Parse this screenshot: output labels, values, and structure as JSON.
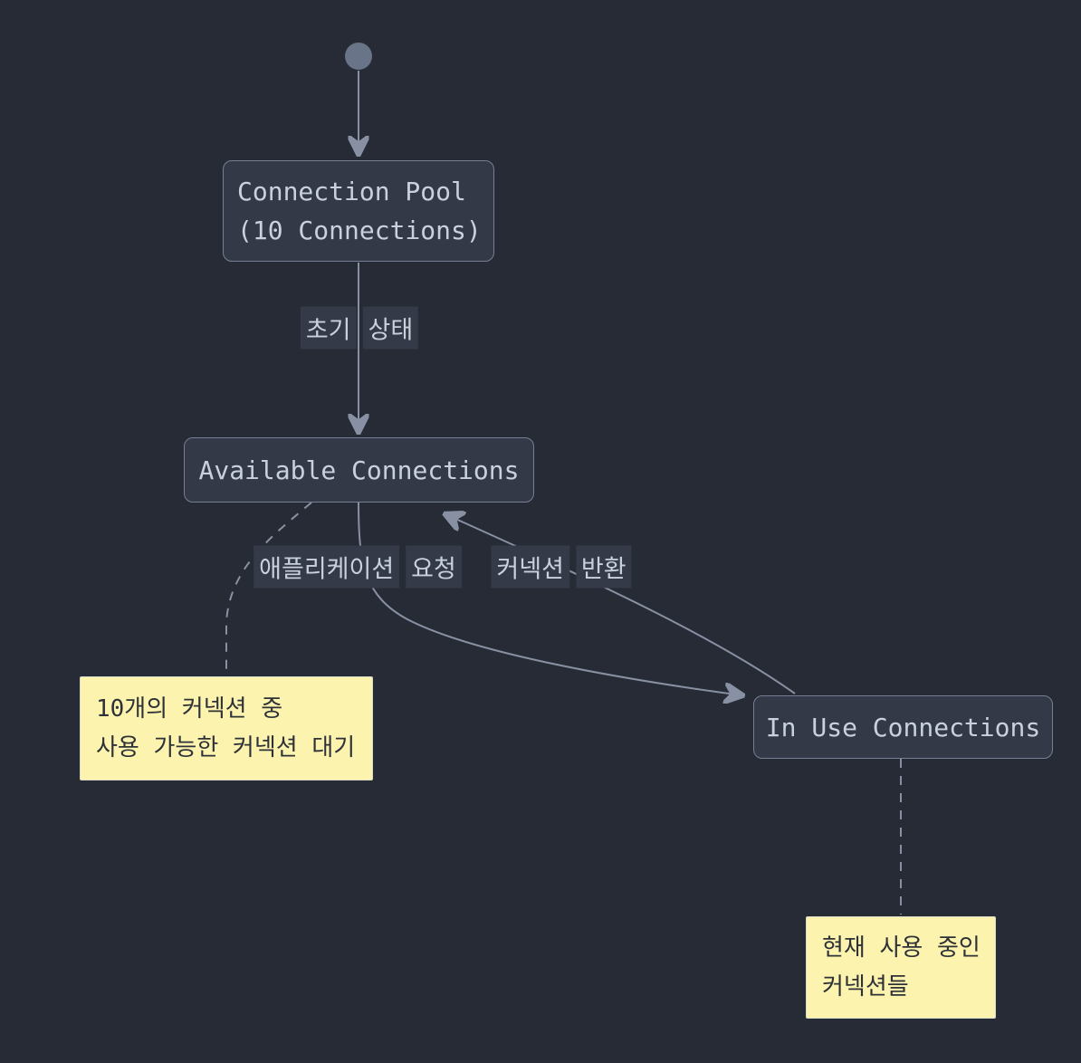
{
  "diagram": {
    "type": "state-diagram",
    "nodes": {
      "connection_pool": {
        "line1": "Connection Pool",
        "line2": "(10 Connections)"
      },
      "available": {
        "label": "Available Connections"
      },
      "in_use": {
        "label": "In Use Connections"
      }
    },
    "edge_labels": {
      "initial": {
        "word1": "초기",
        "word2": "상태"
      },
      "request": {
        "word1": "애플리케이션",
        "word2": "요청"
      },
      "return": {
        "word1": "커넥션",
        "word2": "반환"
      }
    },
    "notes": {
      "available_note": {
        "line1": "10개의 커넥션 중",
        "line2": "사용 가능한 커넥션 대기"
      },
      "in_use_note": {
        "line1": "현재 사용 중인",
        "line2": "커넥션들"
      }
    }
  },
  "theme": {
    "background": "#272b35",
    "node_fill": "#333947",
    "node_border": "#767f94",
    "node_text": "#c9d1de",
    "edge_color": "#8891a3",
    "edge_label_bg": "#343a47",
    "edge_label_text": "#c9d1de",
    "start_dot": "#6a7488",
    "note_fill": "#fbf3ae",
    "note_border": "#d9d9c8",
    "note_text": "#2e3238"
  }
}
